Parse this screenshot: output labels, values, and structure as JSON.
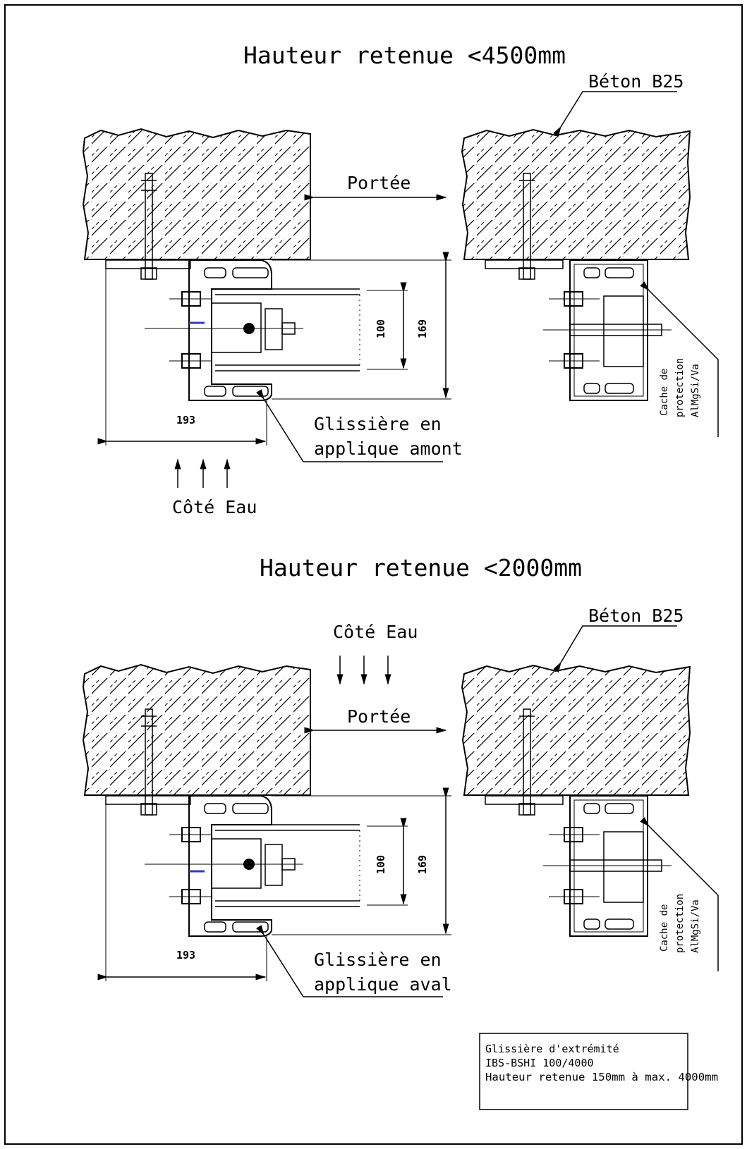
{
  "top": {
    "title": "Hauteur retenue <4500mm",
    "concrete_label": "Béton B25",
    "span_label": "Portée",
    "dim_100": "100",
    "dim_169": "169",
    "dim_193": "193",
    "rail_label_1": "Glissière en",
    "rail_label_2": "applique amont",
    "water_side": "Côté Eau",
    "cover_1": "Cache de",
    "cover_2": "protection",
    "cover_3": "AlMgSi/Va"
  },
  "bottom": {
    "title": "Hauteur retenue <2000mm",
    "concrete_label": "Béton B25",
    "water_side": "Côté Eau",
    "span_label": "Portée",
    "dim_100": "100",
    "dim_169": "169",
    "dim_193": "193",
    "rail_label_1": "Glissière en",
    "rail_label_2": "applique aval",
    "cover_1": "Cache de",
    "cover_2": "protection",
    "cover_3": "AlMgSi/Va"
  },
  "info_box": {
    "line1": "Glissière d'extrémité",
    "line2": "IBS-BSHI 100/4000",
    "line3": "Hauteur retenue 150mm à max. 4000mm"
  }
}
